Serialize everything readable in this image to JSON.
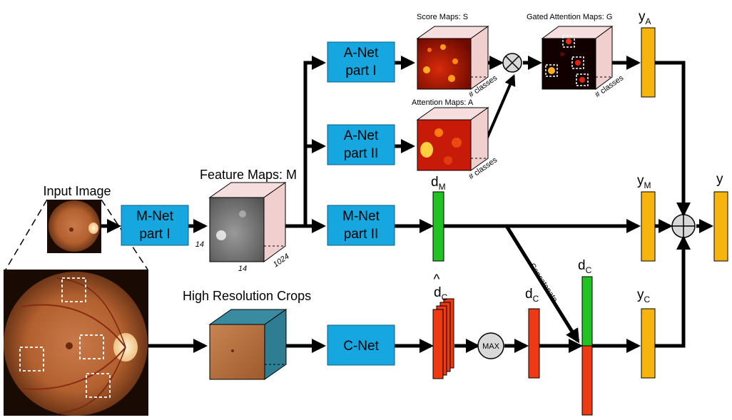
{
  "labels": {
    "input_image": "Input Image",
    "feature_maps": "Feature Maps: M",
    "high_res_crops": "High Resolution Crops",
    "score_maps": "Score Maps: S",
    "attention_maps": "Attention Maps: A",
    "gated_attention_maps": "Gated Attention Maps: G",
    "concatenate": "Concatenate",
    "max": "MAX",
    "dim_14_side": "14",
    "dim_14_bottom": "14",
    "dim_1024": "1024",
    "classes_score": "# classes",
    "classes_attention": "# classes",
    "classes_gated": "# classes"
  },
  "boxes": {
    "mnet1_line1": "M-Net",
    "mnet1_line2": "part I",
    "anet1_line1": "A-Net",
    "anet1_line2": "part I",
    "anet2_line1": "A-Net",
    "anet2_line2": "part II",
    "mnet2_line1": "M-Net",
    "mnet2_line2": "part II",
    "cnet": "C-Net"
  },
  "vars": {
    "yA": "y",
    "yA_sub": "A",
    "yM": "y",
    "yM_sub": "M",
    "yC": "y",
    "yC_sub": "C",
    "y": "y",
    "dM": "d",
    "dM_sub": "M",
    "dC_hat": "d",
    "dC_hat_sub": "C",
    "hat": "^",
    "dC1": "d",
    "dC1_sub": "C",
    "dC2": "d",
    "dC2_sub": "C"
  },
  "colors": {
    "box_fill": "#16a7e0",
    "green": "#22c222",
    "orange_red": "#ee3a12",
    "yellow": "#f5b40e",
    "cube_side_pink": "#f2cfcf",
    "cube_side_teal": "#2f7d92",
    "max_fill": "#d9d9d9"
  }
}
